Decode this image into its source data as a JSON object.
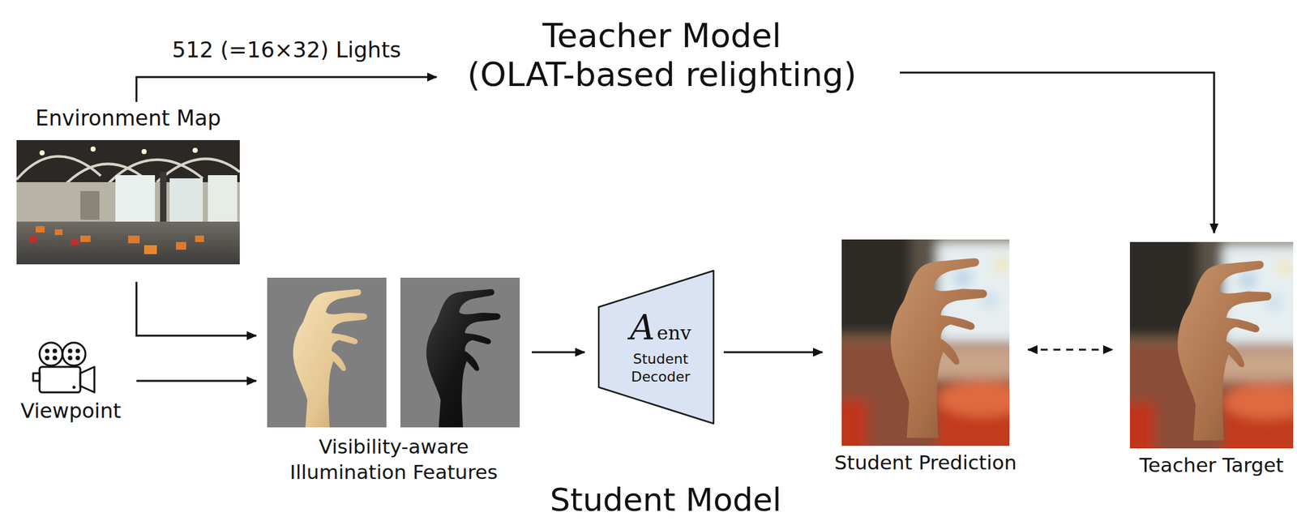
{
  "diagram": {
    "nodes": [
      {
        "text": [
          "Environment Map"
        ]
      },
      {
        "text": [
          "Teacher Model",
          "(OLAT-based relighting)"
        ]
      },
      {
        "text": [
          "Viewpoint"
        ]
      },
      {
        "text": [
          "Visibility-aware Illumination Features"
        ]
      },
      {
        "text": [
          "A",
          "env",
          "Student Decoder"
        ]
      },
      {
        "text": [
          "Student Prediction"
        ]
      },
      {
        "text": [
          "Teacher Target"
        ]
      }
    ],
    "edges": [
      {
        "from": 0,
        "to": 1,
        "arrow": "to",
        "label": "512 (=16×32) Lights"
      },
      {
        "from": 1,
        "to": 6,
        "arrow": "to"
      },
      {
        "from": 0,
        "to": 3,
        "arrow": "to"
      },
      {
        "from": 2,
        "to": 3,
        "arrow": "to"
      },
      {
        "from": 3,
        "to": 4,
        "arrow": "to"
      },
      {
        "from": 4,
        "to": 5,
        "arrow": "to"
      },
      {
        "from": 5,
        "to": 6,
        "arrow": "both"
      }
    ],
    "labels": [
      "Student Model"
    ]
  }
}
